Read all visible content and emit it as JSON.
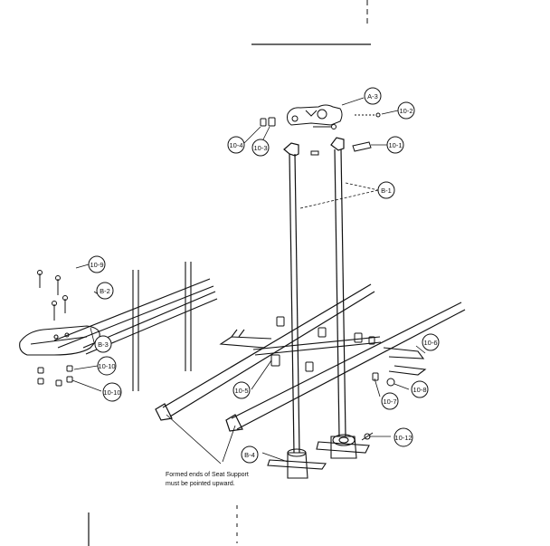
{
  "callouts": {
    "a3": "A-3",
    "p10_2": "10-2",
    "p10_4": "10-4",
    "p10_3": "10-3",
    "p10_1": "10-1",
    "b1": "B-1",
    "p10_9": "10-9",
    "b2": "B-2",
    "b3": "B-3",
    "p10_10a": "10-10",
    "p10_10b": "10-10",
    "p10_5": "10-5",
    "p10_6": "10-6",
    "p10_7": "10-7",
    "p10_8": "10-8",
    "p10_12": "10-12",
    "b4": "B-4"
  },
  "note": {
    "line1": "Formed ends of Seat Support",
    "line2": "must be pointed upward."
  }
}
